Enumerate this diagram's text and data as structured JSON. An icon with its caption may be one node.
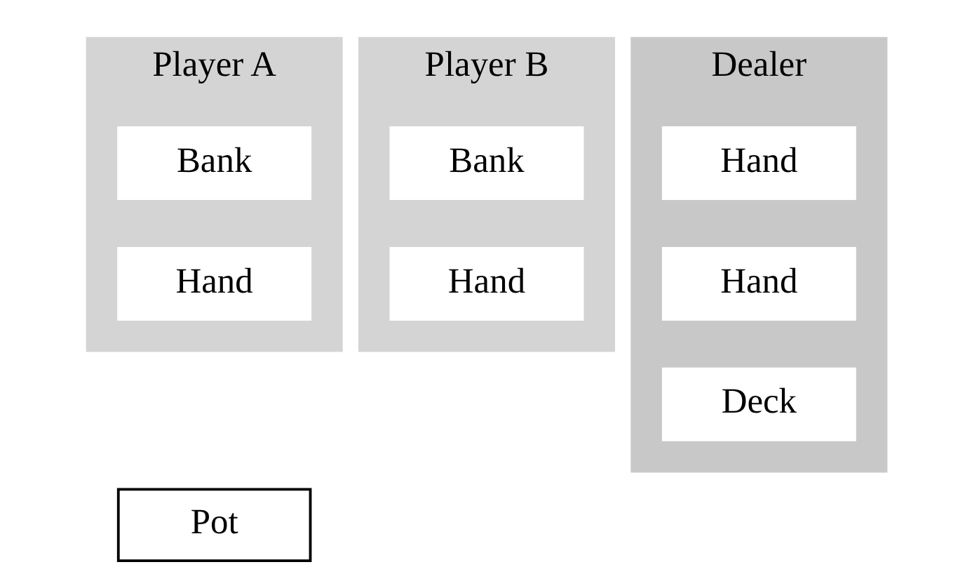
{
  "diagram": {
    "nodes": [
      {
        "text": [
          "Player A"
        ]
      },
      {
        "text": [
          "Bank"
        ],
        "in": 0
      },
      {
        "text": [
          "Hand"
        ],
        "in": 0
      },
      {
        "text": [
          "Player B"
        ]
      },
      {
        "text": [
          "Bank"
        ],
        "in": 3
      },
      {
        "text": [
          "Hand"
        ],
        "in": 3
      },
      {
        "text": [
          "Dealer"
        ]
      },
      {
        "text": [
          "Hand"
        ],
        "in": 6
      },
      {
        "text": [
          "Hand"
        ],
        "in": 6
      },
      {
        "text": [
          "Deck"
        ],
        "in": 6
      },
      {
        "text": [
          "Pot"
        ]
      }
    ],
    "edges": []
  }
}
